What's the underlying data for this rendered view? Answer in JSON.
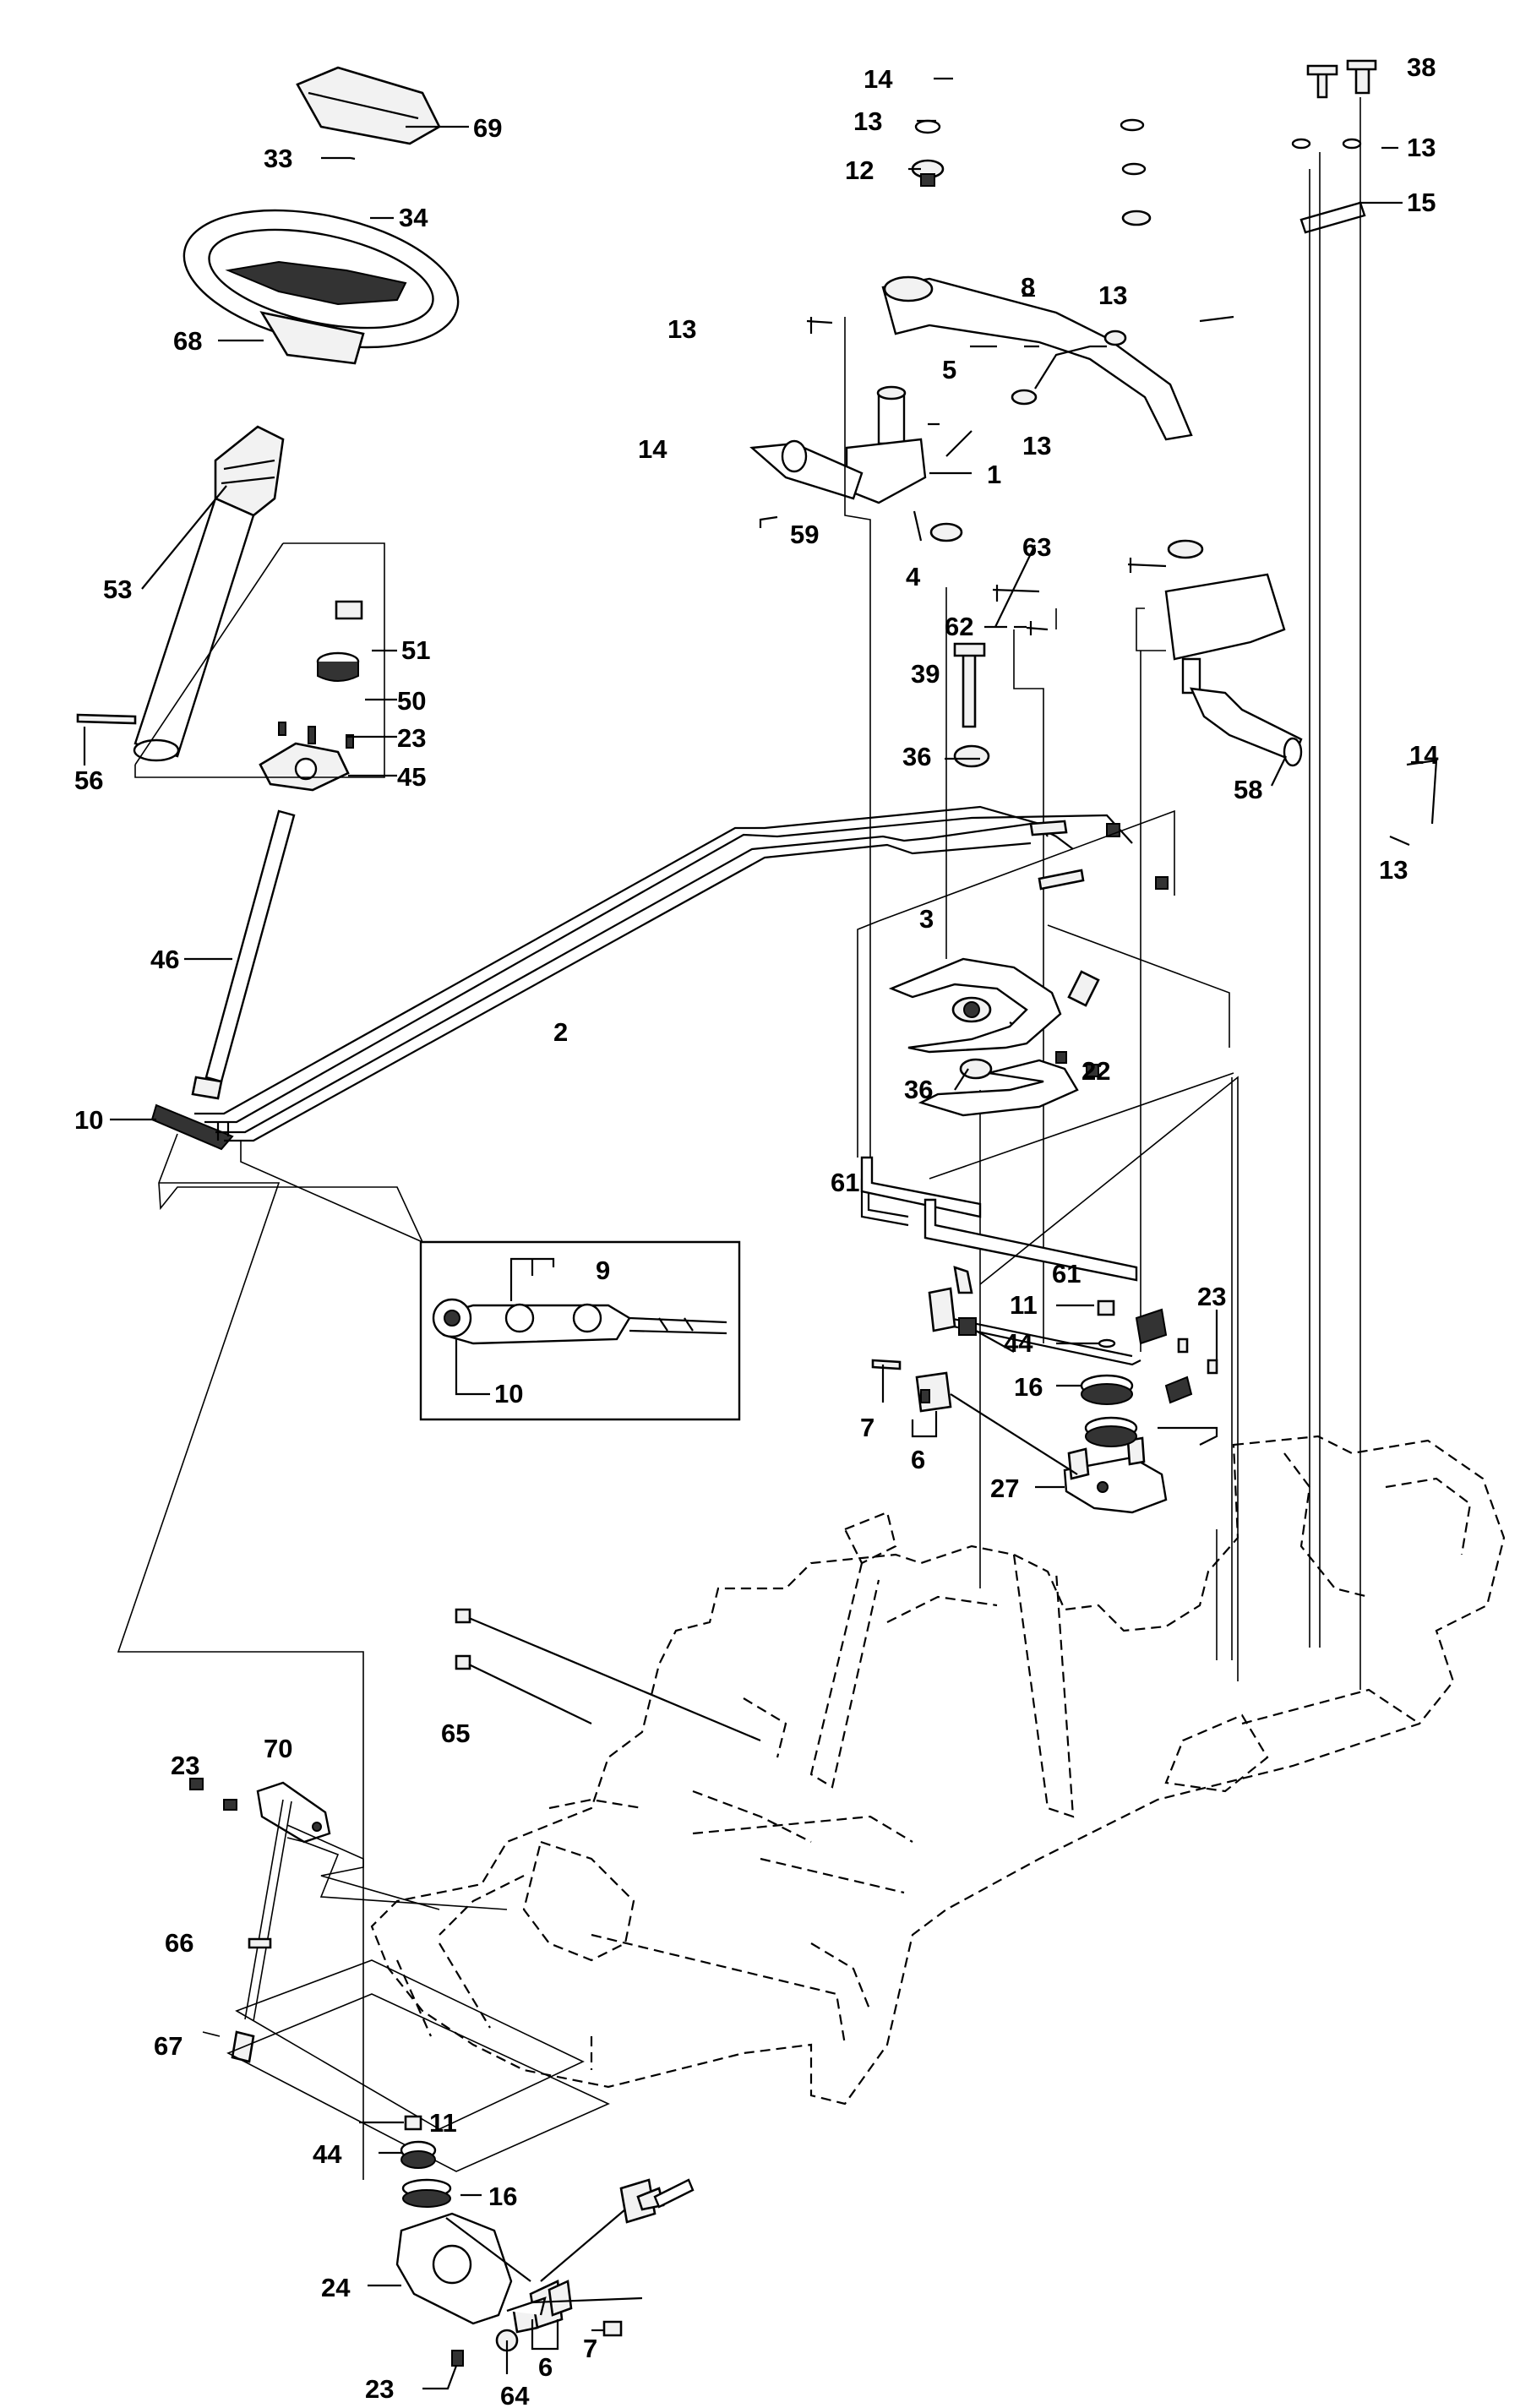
{
  "labels": {
    "l1": "1",
    "l2": "2",
    "l3": "3",
    "l4": "4",
    "l5": "5",
    "l6a": "6",
    "l6b": "6",
    "l7a": "7",
    "l7b": "7",
    "l8": "8",
    "l9": "9",
    "l10a": "10",
    "l10b": "10",
    "l11a": "11",
    "l11b": "11",
    "l12": "12",
    "l13a": "13",
    "l13b": "13",
    "l13c": "13",
    "l13d": "13",
    "l13e": "13",
    "l13f": "13",
    "l14a": "14",
    "l14b": "14",
    "l14c": "14",
    "l15": "15",
    "l16a": "16",
    "l16b": "16",
    "l22": "22",
    "l23a": "23",
    "l23b": "23",
    "l23c": "23",
    "l23d": "23",
    "l24": "24",
    "l27": "27",
    "l33": "33",
    "l34": "34",
    "l36a": "36",
    "l36b": "36",
    "l38": "38",
    "l39": "39",
    "l44a": "44",
    "l44b": "44",
    "l45": "45",
    "l46": "46",
    "l50": "50",
    "l51": "51",
    "l53": "53",
    "l56": "56",
    "l58": "58",
    "l59": "59",
    "l61a": "61",
    "l61b": "61",
    "l62": "62",
    "l63": "63",
    "l64": "64",
    "l65": "65",
    "l66": "66",
    "l67": "67",
    "l68": "68",
    "l69": "69",
    "l70": "70"
  }
}
